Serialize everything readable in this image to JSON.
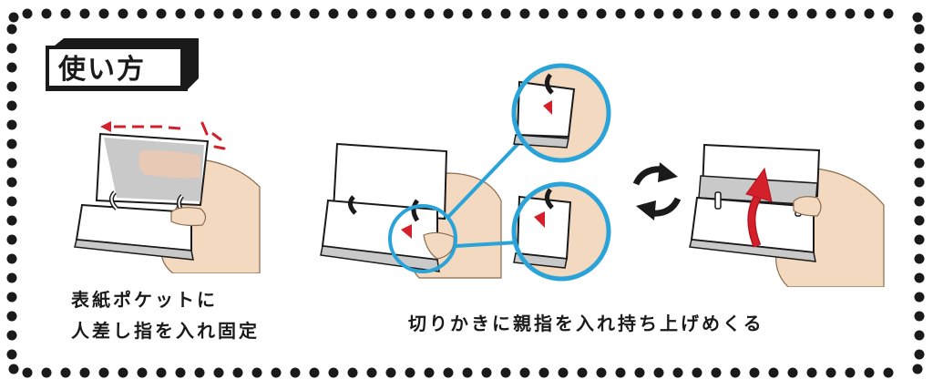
{
  "title": "使い方",
  "steps": [
    {
      "id": "step1",
      "caption_lines": [
        "表紙ポケットに",
        "人差し指を入れ固定"
      ]
    },
    {
      "id": "step2",
      "caption": "切りかきに親指を入れ持ち上げめくる"
    }
  ],
  "icons": {
    "step1": "finger-in-pocket-illustration",
    "step2": "thumb-in-notch-illustration",
    "zoom_top": "magnified-notch-top",
    "zoom_bottom": "magnified-notch-bottom",
    "cycle": "rotate-cycle-icon",
    "step3": "lift-and-flip-illustration"
  },
  "colors": {
    "border_dots": "#1a1a1a",
    "accent_red": "#d3202a",
    "callout_blue": "#2aa3d8",
    "skin": "#f3d9bf",
    "page_gray": "#c9c9c9"
  }
}
